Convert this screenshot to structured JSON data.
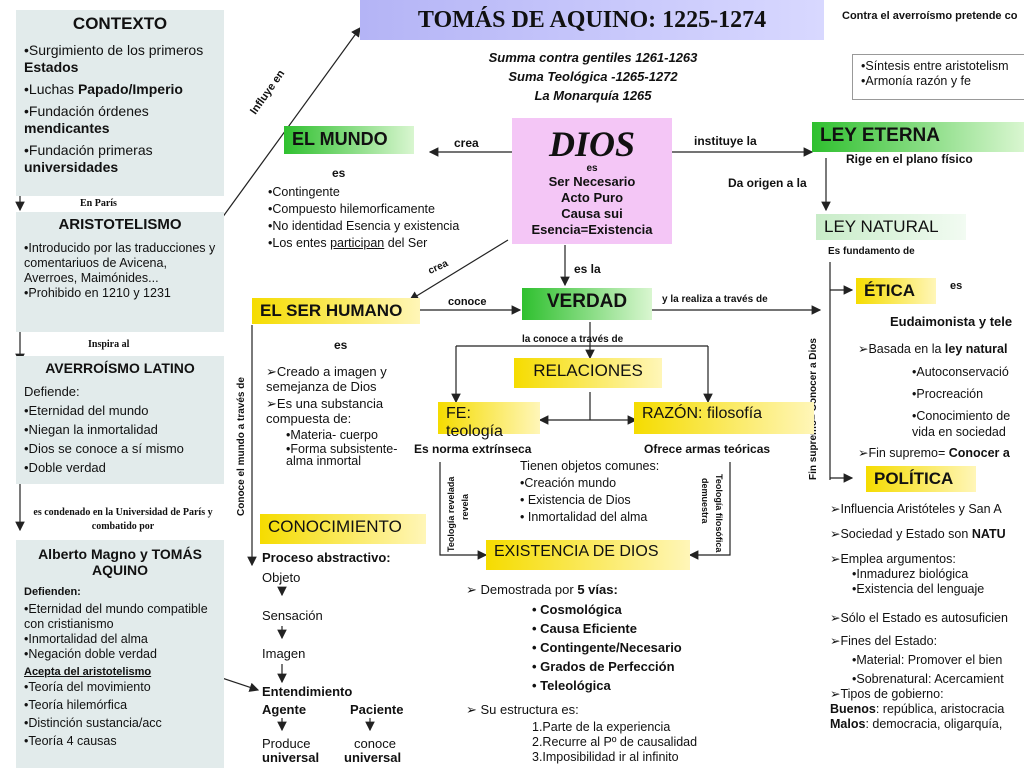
{
  "title": "TOMÁS DE AQUINO: 1225-1274",
  "works": [
    "Summa contra gentiles 1261-1263",
    "Suma Teológica -1265-1272",
    "La Monarquía 1265"
  ],
  "top_right": {
    "title": "Contra el  averroísmo pretende co",
    "items": [
      "•Síntesis entre aristotelism",
      "•Armonía razón y fe"
    ]
  },
  "sidebar": {
    "contexto": {
      "title": "CONTEXTO",
      "items": [
        {
          "a": "•Surgimiento de  los primeros ",
          "b": "Estados"
        },
        {
          "a": "•Luchas ",
          "b": "Papado/Imperio"
        },
        {
          "a": "•Fundación órdenes ",
          "b": "mendicantes"
        },
        {
          "a": "•Fundación primeras ",
          "b": "universidades"
        }
      ]
    },
    "en_paris": "En París",
    "aristotelismo": {
      "title": "ARISTOTELISMO",
      "text": "•Introducido por las traducciones y comentariuos de Avicena, Averroes, Maimónides...",
      "prohibido": "•Prohibido en 1210 y 1231"
    },
    "inspira": "Inspira al",
    "averroismo": {
      "title": "AVERROÍSMO LATINO",
      "defiende": "Defiende:",
      "items": [
        "•Eternidad del mundo",
        "•Niegan la inmortalidad",
        "•Dios se conoce a sí mismo",
        "•Doble verdad"
      ]
    },
    "condenado": "es condenado en la Universidad de París y combatido por",
    "alberto": {
      "title": "Alberto Magno y  TOMÁS AQUINO",
      "defienden": "Defienden:",
      "items": [
        "•Eternidad del mundo compatible con cristianismo",
        "•Inmortalidad del alma",
        "•Negación doble verdad"
      ],
      "acepta": "Acepta del aristotelismo",
      "items2": [
        "•Teoría del movimiento",
        "•Teoría hilemórfica",
        "•Distinción sustancia/acc",
        "•Teoría 4 causas"
      ]
    }
  },
  "influye": "Influye en",
  "mundo": {
    "title": "EL MUNDO",
    "crea": "crea",
    "es": "es",
    "items": [
      "•Contingente",
      "•Compuesto hilemorficamente",
      "•No identidad Esencia y existencia"
    ],
    "last_a": "•Los entes ",
    "last_u": "participan",
    "last_b": " del Ser"
  },
  "dios": {
    "title": "DIOS",
    "es": "es",
    "lines": [
      "Ser Necesario",
      "Acto Puro",
      "Causa sui",
      "Esencia=Existencia"
    ]
  },
  "ley_eterna": {
    "instituye": "instituye la",
    "title": "LEY ETERNA",
    "rige": "Rige en el plano físico",
    "origen": "Da origen a la"
  },
  "ley_natural": {
    "title": "LEY NATURAL",
    "fundamento": "Es fundamento de"
  },
  "etica": {
    "title": "ÉTICA",
    "es": "es",
    "sub": "Eudaimonista y tele",
    "basada_a": "➢Basada en la ",
    "basada_b": "ley natural",
    "items": [
      "•Autoconservació",
      "•Procreación",
      "•Conocimiento de vida en sociedad"
    ],
    "fin_a": "➢Fin supremo= ",
    "fin_b": "Conocer a"
  },
  "fin_supremo_vertical": "Fin supremo= Conocer a Dios",
  "politica": {
    "title": "POLÍTICA",
    "items": [
      "➢Influencia Aristóteles y San A"
    ],
    "sociedad_a": "➢Sociedad y Estado son ",
    "sociedad_b": "NATU",
    "emplea": "➢Emplea argumentos:",
    "emplea_items": [
      "•Inmadurez biológica",
      "•Existencia del lenguaje"
    ],
    "solo": "➢Sólo el Estado es autosuficien",
    "fines": "➢Fines del Estado:",
    "fines_items": [
      "•Material: Promover el bien",
      "•Sobrenatural: Acercamient"
    ],
    "tipos": "➢Tipos de gobierno:",
    "buenos_a": "Buenos",
    "buenos_b": ": república, aristocracia",
    "malos_a": "Malos",
    "malos_b": ": democracia, oligarquía,"
  },
  "ser_humano": {
    "title": "EL SER HUMANO",
    "crea": "crea",
    "conoce": "conoce",
    "es": "es",
    "items": [
      "➢Creado a imagen y semejanza de Dios",
      "➢Es una substancia compuesta de:"
    ],
    "sub": [
      "•Materia- cuerpo",
      "•Forma subsistente- alma inmortal"
    ],
    "vertical": "Conoce el mundo a través de"
  },
  "verdad": {
    "es_la": "es la",
    "title": "VERDAD",
    "realiza": "y la realiza a través de",
    "conoce": "la conoce a través de"
  },
  "relaciones": {
    "title": "RELACIONES"
  },
  "fe": {
    "title": "FE: teología",
    "sub": "Es norma extrínseca",
    "v1": "Teología revelada",
    "v2": "revela"
  },
  "razon": {
    "title": "RAZÓN: filosofía",
    "sub": "Ofrece armas teóricas",
    "v1": "demuestra",
    "v2": "Teología filosófica"
  },
  "comunes": {
    "title": "Tienen objetos comunes:",
    "items": [
      "•Creación mundo",
      "• Existencia de Dios",
      "• Inmortalidad del alma"
    ]
  },
  "existencia": {
    "title": "EXISTENCIA DE DIOS",
    "demostrada_a": "➢  Demostrada por  ",
    "demostrada_b": "5 vías:",
    "vias": [
      "• Cosmológica",
      "• Causa Eficiente",
      "• Contingente/Necesario",
      "• Grados de Perfección",
      "• Teleológica"
    ],
    "estructura": "➢  Su estructura es:",
    "pasos": [
      "1.Parte de la experiencia",
      "2.Recurre al Pº de causalidad",
      "3.Imposibilidad ir al infinito"
    ]
  },
  "conocimiento": {
    "title": "CONOCIMIENTO",
    "proceso": "Proceso abstractivo:",
    "steps": [
      "Objeto",
      "Sensación",
      "Imagen"
    ],
    "entendimiento": "Entendimiento",
    "agente": "Agente",
    "paciente": "Paciente",
    "produce": "Produce",
    "universal1": "universal",
    "conoce": "conoce",
    "universal2": "universal"
  }
}
